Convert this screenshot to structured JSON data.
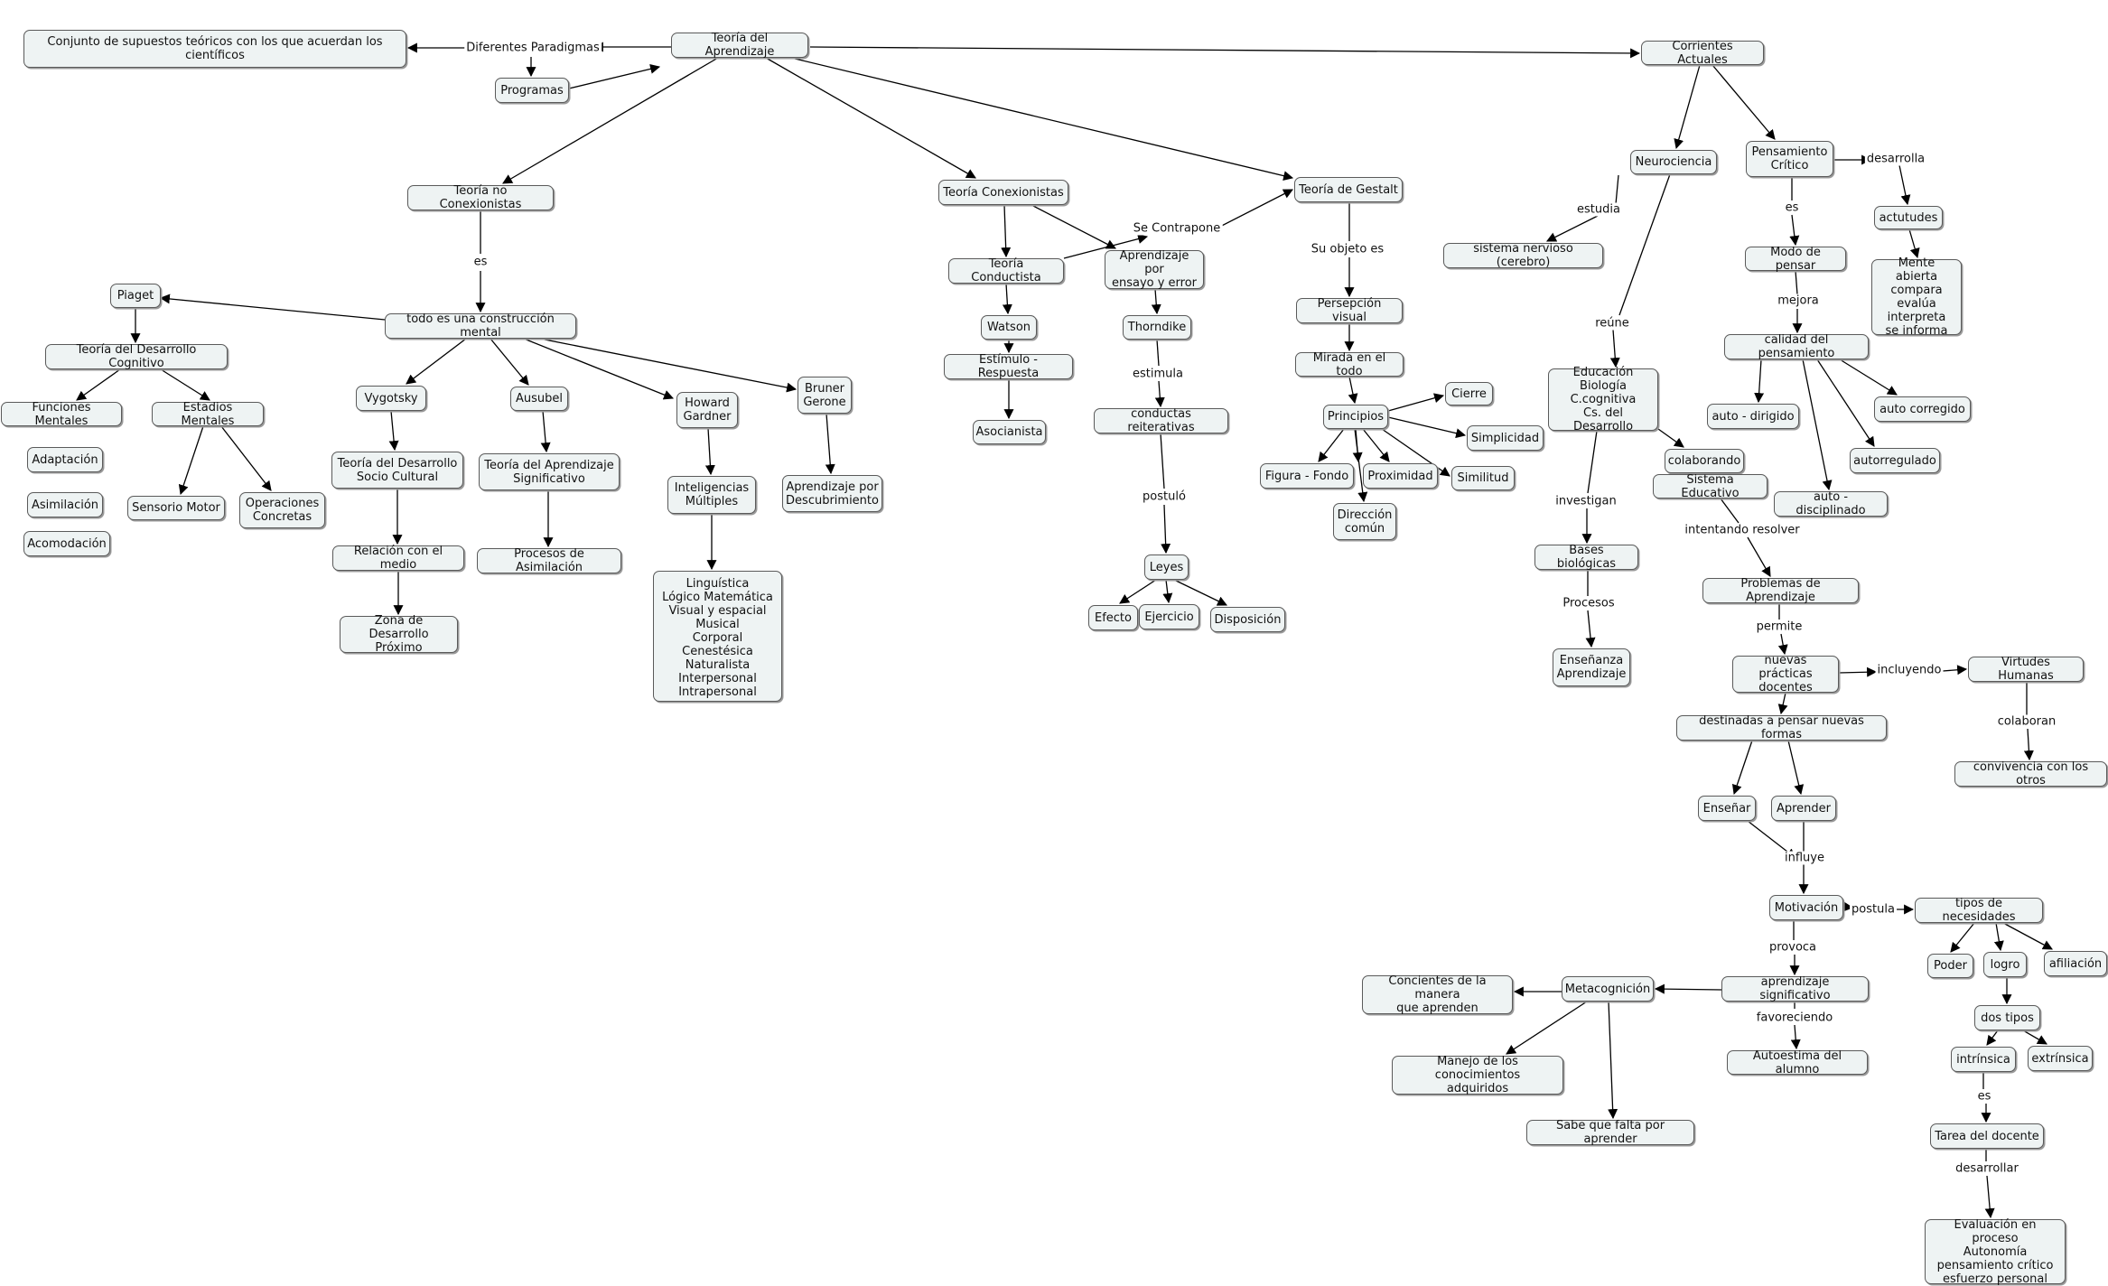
{
  "nodes": {
    "conjunto": "Conjunto de supuestos teóricos con los que acuerdan los científicos",
    "teoria_aprendizaje": "Teoría del Aprendizaje",
    "programas": "Programas",
    "corrientes": "Corrientes Actuales",
    "no_conexionistas": "Teoría no Conexionistas",
    "conexionistas": "Teoría Conexionistas",
    "gestalt": "Teoría de Gestalt",
    "neurociencia": "Neurociencia",
    "pensamiento_critico": "Pensamiento\nCrítico",
    "actutudes": "actutudes",
    "mente_abierta": "Mente abierta\ncompara\nevalúa\ninterpreta\nse informa",
    "sistema_nervioso": "sistema nervioso (cerebro)",
    "modo_pensar": "Modo de pensar",
    "piaget": "Piaget",
    "construccion": "todo es una construcción mental",
    "desarrollo_cognitivo": "Teoría del Desarrollo Cognitivo",
    "funciones": "Funciones Mentales",
    "estadios": "Estadios Mentales",
    "adaptacion": "Adaptación",
    "asimilacion": "Asimilación",
    "acomodacion": "Acomodación",
    "sensorio": "Sensorio Motor",
    "operaciones": "Operaciones\nConcretas",
    "vygotsky": "Vygotsky",
    "ausubel": "Ausubel",
    "gardner": "Howard\nGardner",
    "bruner": "Bruner\nGerone",
    "socio_cultural": "Teoría del Desarrollo\nSocio Cultural",
    "significativo": "Teoría del Aprendizaje\nSignificativo",
    "inteligencias": "Inteligencias\nMúltiples",
    "descubrimiento": "Aprendizaje por\nDescubrimiento",
    "relacion_medio": "Relación con el medio",
    "procesos_asim": "Procesos de Asimilación",
    "zona": "Zona de Desarrollo\nPróximo",
    "lista_inteligencias": "Linguística\nLógico Matemática\nVisual y espacial\nMusical\nCorporal Cenestésica\nNaturalista\nInterpersonal\nIntrapersonal",
    "conductista": "Teoría Conductista",
    "ensayo_error": "Aprendizaje por\nensayo y error",
    "watson": "Watson",
    "thorndike": "Thorndike",
    "estimulo_resp": "Estímulo - Respuesta",
    "asocianista": "Asocianista",
    "conductas": "conductas reiterativas",
    "leyes": "Leyes",
    "efecto": "Efecto",
    "ejercicio": "Ejercicio",
    "disposicion": "Disposición",
    "persepcion": "Persepción visual",
    "mirada": "Mirada en el todo",
    "principios": "Principios",
    "cierre": "Cierre",
    "simplicidad": "Simplicidad",
    "similitud": "Similitud",
    "figura_fondo": "Figura - Fondo",
    "proximidad": "Proximidad",
    "direccion": "Dirección\ncomún",
    "calidad": "calidad del pensamiento",
    "auto_dirigido": "auto - dirigido",
    "auto_corregido": "auto  corregido",
    "autorregulado": "autorregulado",
    "auto_disciplinado": "auto - disciplinado",
    "educacion": "Educación\nBiología\nC.cognitiva\nCs. del Desarrollo",
    "colaborando": "colaborando",
    "sistema_educativo": "Sistema Educativo",
    "bases": "Bases biológicas",
    "ensenanza_aprendizaje": "Enseñanza\nAprendizaje",
    "problemas": "Problemas de Aprendizaje",
    "nuevas_practicas": "nuevas prácticas\ndocentes",
    "virtudes": "Virtudes Humanas",
    "convivencia": "convivencia con los otros",
    "destinadas": "destinadas a pensar nuevas formas",
    "ensenar": "Enseñar",
    "aprender": "Aprender",
    "motivacion": "Motivación",
    "tipos_necesidades": "tipos de necesidades",
    "poder": "Poder",
    "logro": "logro",
    "afiliacion": "afiliación",
    "dos_tipos": "dos tipos",
    "intrinsica": "intrínsica",
    "extrinsica": "extrínsica",
    "tarea_docente": "Tarea del docente",
    "evaluacion": "Evaluación en proceso\nAutonomía\npensamiento crítico\nesfuerzo personal",
    "aprendizaje_sig": "aprendizaje significativo",
    "autoestima": "Autoestima del alumno",
    "metacognicion": "Metacognición",
    "concientes": "Concientes de la manera\nque aprenden",
    "manejo": "Manejo de los conocimientos\nadquiridos",
    "sabe_falta": "Sabe que falta por aprender"
  },
  "labels": {
    "diferentes_paradigmas": "Diferentes Paradigmas",
    "es_1": "es",
    "se_contrapone": "Se Contrapone",
    "su_objeto": "Su objeto es",
    "estudia": "estudia",
    "reune": "reúne",
    "es_2": "es",
    "desarrolla": "desarrolla",
    "mejora": "mejora",
    "estimula": "estimula",
    "postulo": "postuló",
    "investigan": "investigan",
    "procesos": "Procesos",
    "intentando": "intentando resolver",
    "permite": "permite",
    "incluyendo": "incluyendo",
    "colaboran": "colaboran",
    "influye": "influye",
    "postula": "postula",
    "provoca": "provoca",
    "favoreciendo": "favoreciendo",
    "es_3": "es",
    "desarrollar": "desarrollar"
  }
}
